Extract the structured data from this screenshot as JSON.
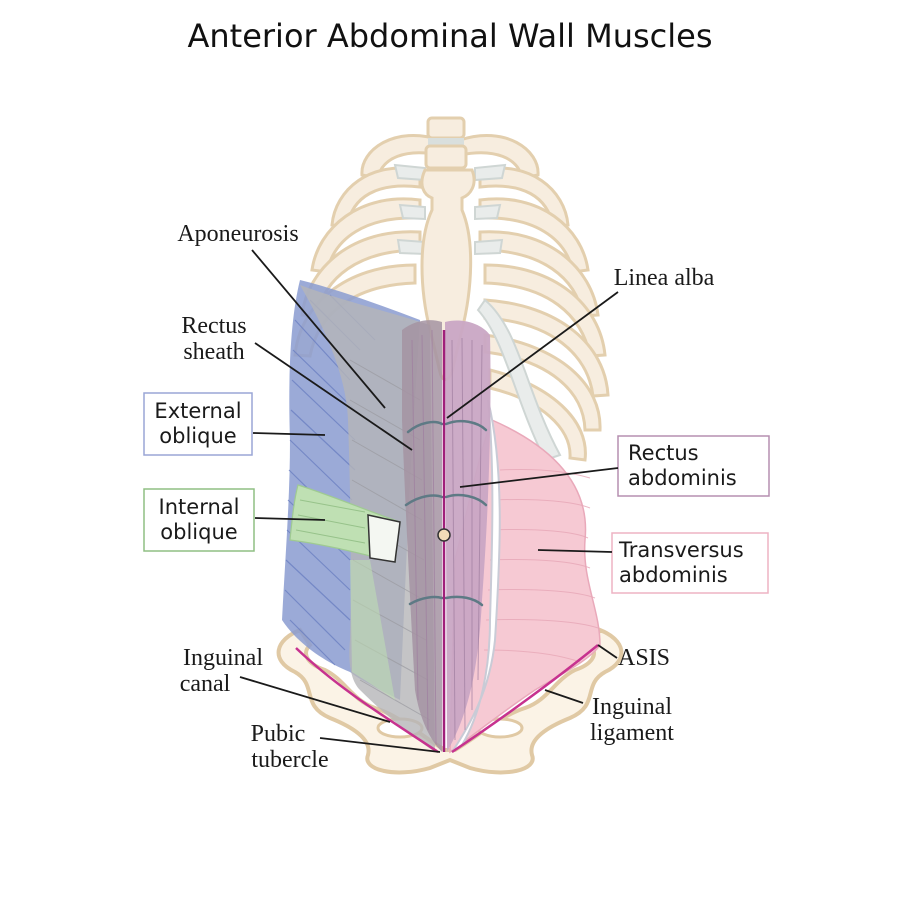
{
  "title": "Anterior Abdominal Wall Muscles",
  "labels": {
    "aponeurosis": "Aponeurosis",
    "rectus_sheath_1": "Rectus",
    "rectus_sheath_2": "sheath",
    "external_oblique_1": "External",
    "external_oblique_2": "oblique",
    "internal_oblique_1": "Internal",
    "internal_oblique_2": "oblique",
    "inguinal_canal_1": "Inguinal",
    "inguinal_canal_2": "canal",
    "pubic_tubercle_1": "Pubic",
    "pubic_tubercle_2": "tubercle",
    "linea_alba": "Linea alba",
    "rectus_abdominis_1": "Rectus",
    "rectus_abdominis_2": "abdominis",
    "transversus_abdominis_1": "Transversus",
    "transversus_abdominis_2": "abdominis",
    "asis": "ASIS",
    "inguinal_ligament_1": "Inguinal",
    "inguinal_ligament_2": "ligament"
  },
  "colors": {
    "external_oblique": "#8a9bd0",
    "internal_oblique": "#bfe0b3",
    "rectus_abdominis": "#c9a7c4",
    "transversus_abdominis": "#f6c9d3",
    "aponeurosis": "#b7b7b7",
    "bone": "#f7eddf",
    "linea_alba": "#a01f7a"
  }
}
